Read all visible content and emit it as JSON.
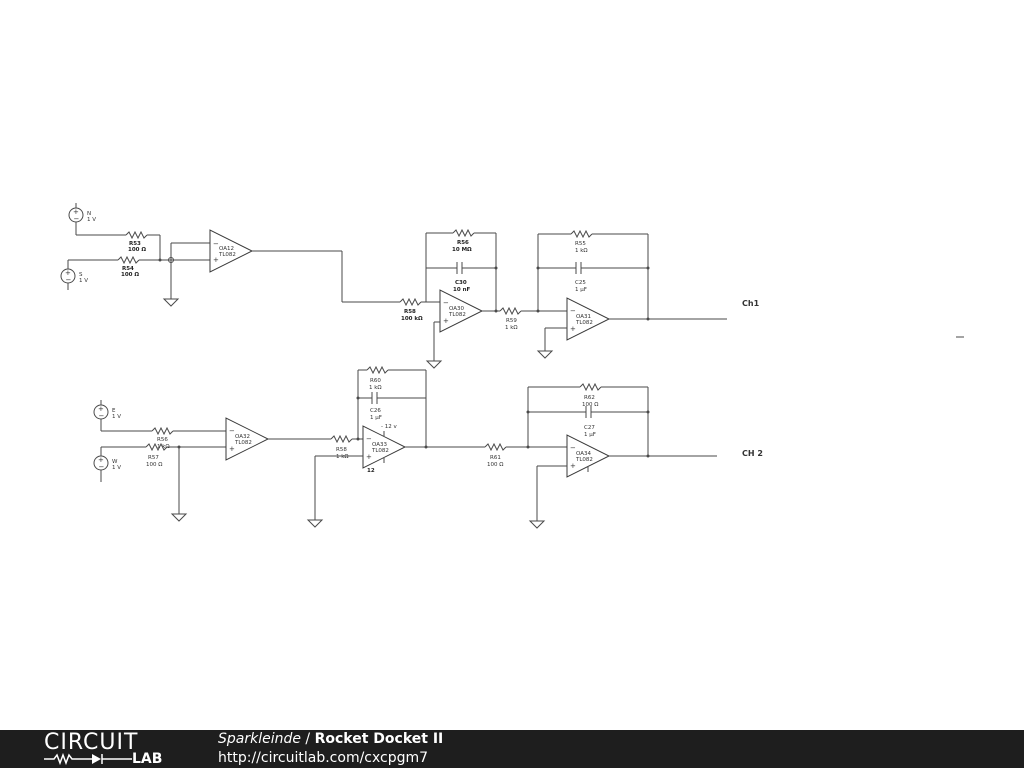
{
  "sources": {
    "n": {
      "name": "N",
      "value": "1 V"
    },
    "s": {
      "name": "S",
      "value": "1 V"
    },
    "e": {
      "name": "E",
      "value": "1 V"
    },
    "w": {
      "name": "W",
      "value": "1 V"
    }
  },
  "opamps": {
    "oa12": {
      "name": "OA12",
      "model": "TL082"
    },
    "oa30": {
      "name": "OA30",
      "model": "TL082"
    },
    "oa31": {
      "name": "OA31",
      "model": "TL082"
    },
    "oa32": {
      "name": "OA32",
      "model": "TL082"
    },
    "oa33": {
      "name": "OA33",
      "model": "TL082",
      "supply": "- 12 v",
      "pin": "12"
    },
    "oa34": {
      "name": "OA34",
      "model": "TL082"
    }
  },
  "resistors": {
    "r_top1": {
      "name": "R53",
      "value": "100 Ω"
    },
    "r_top2": {
      "name": "R54",
      "value": "100 Ω"
    },
    "r_in30": {
      "name": "R58",
      "value": "100 kΩ"
    },
    "r_fb30": {
      "name": "R56",
      "value": "10 MΩ"
    },
    "r55": {
      "name": "R55",
      "value": "1 kΩ"
    },
    "r59": {
      "name": "R59",
      "value": "1 kΩ"
    },
    "r56": {
      "name": "R56",
      "value": "1 kΩ"
    },
    "r57": {
      "name": "R57",
      "value": "100 Ω"
    },
    "r60": {
      "name": "R60",
      "value": "1 kΩ"
    },
    "r58": {
      "name": "R58",
      "value": "1 kΩ"
    },
    "r61": {
      "name": "R61",
      "value": "100 Ω"
    },
    "r62": {
      "name": "R62",
      "value": "100 Ω"
    }
  },
  "capacitors": {
    "c_fb30": {
      "name": "C30",
      "value": "10 nF"
    },
    "c25": {
      "name": "C25",
      "value": "1 µF"
    },
    "c26": {
      "name": "C26",
      "value": "1 µF"
    },
    "c27": {
      "name": "C27",
      "value": "1 µF"
    }
  },
  "outputs": {
    "ch1": "Ch1",
    "ch2": "CH 2"
  },
  "footer": {
    "logo_top": "CIRCUIT",
    "logo_bottom": "LAB",
    "author": "Sparkleinde",
    "separator": " / ",
    "title": "Rocket Docket II",
    "url": "http://circuitlab.com/cxcpgm7"
  }
}
